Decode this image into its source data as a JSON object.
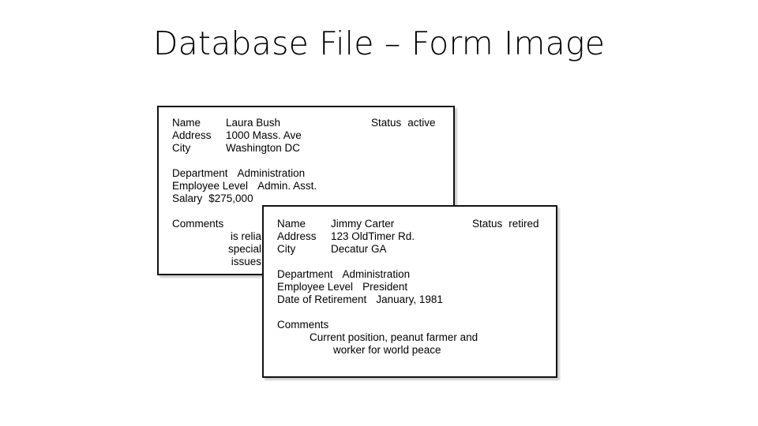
{
  "slide": {
    "title": "Database File – Form Image",
    "background_color": "#ffffff",
    "text_color": "#000000"
  },
  "forms": [
    {
      "id": "form-card-1",
      "record_name": "Laura Bush",
      "status_label": "Status",
      "status_value": "active",
      "identity": [
        {
          "label": "Name",
          "value": "Laura Bush"
        },
        {
          "label": "Address",
          "value": "1000 Mass. Ave"
        },
        {
          "label": "City",
          "value": "Washington DC"
        }
      ],
      "job": [
        {
          "label": "Department",
          "value": "Administration"
        },
        {
          "label": "Employee Level",
          "value": "Admin. Asst."
        },
        {
          "label": "Salary",
          "value": "$275,000"
        }
      ],
      "comments_label": "Comments",
      "comments_lines": [
        "is relia",
        "special",
        "issues"
      ],
      "comments_truncated": true
    },
    {
      "id": "form-card-2",
      "record_name": "Jimmy Carter",
      "status_label": "Status",
      "status_value": "retired",
      "identity": [
        {
          "label": "Name",
          "value": "Jimmy Carter"
        },
        {
          "label": "Address",
          "value": "123 OldTimer Rd."
        },
        {
          "label": "City",
          "value": "Decatur GA"
        }
      ],
      "job": [
        {
          "label": "Department",
          "value": "Administration"
        },
        {
          "label": "Employee Level",
          "value": "President"
        },
        {
          "label": "Date of Retirement",
          "value": "January, 1981"
        }
      ],
      "comments_label": "Comments",
      "comments_lines": [
        "Current position, peanut farmer and",
        "worker for world peace"
      ],
      "comments_truncated": false
    }
  ]
}
